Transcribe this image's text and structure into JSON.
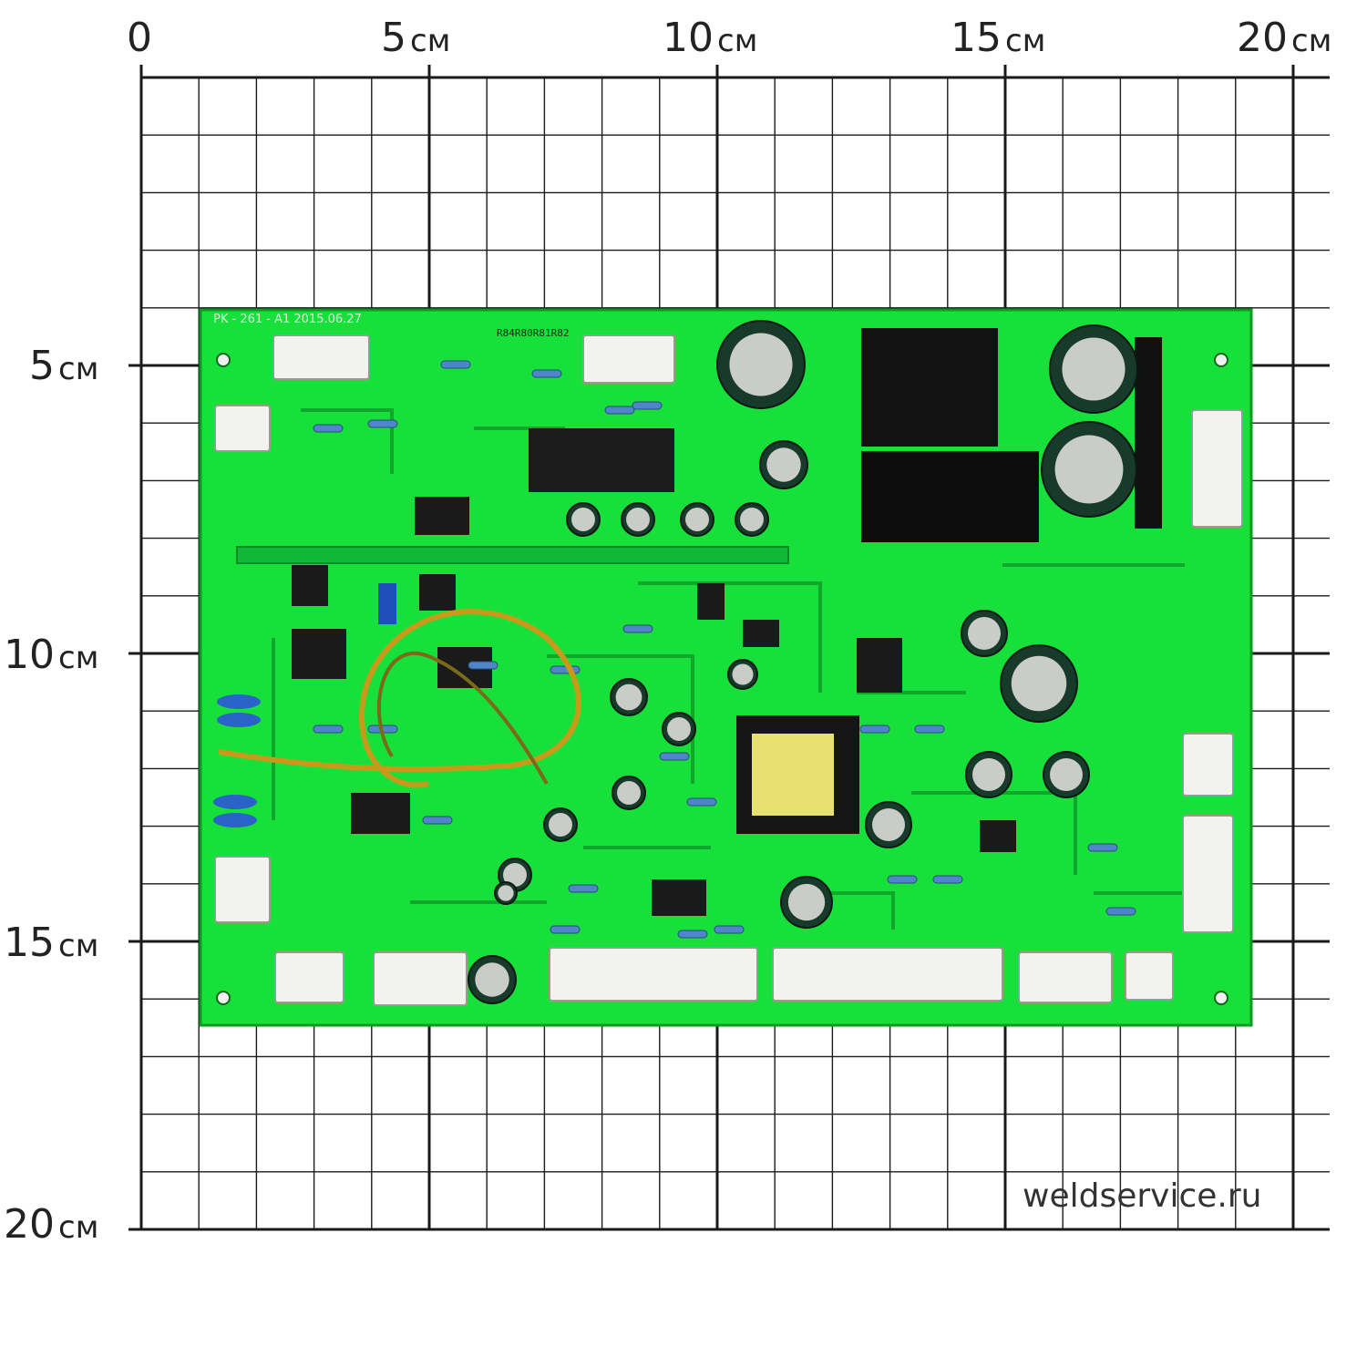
{
  "ruler": {
    "top": [
      {
        "num": "0",
        "unit": ""
      },
      {
        "num": "5",
        "unit": "см"
      },
      {
        "num": "10",
        "unit": "см"
      },
      {
        "num": "15",
        "unit": "см"
      },
      {
        "num": "20",
        "unit": "см"
      }
    ],
    "left": [
      {
        "num": "5",
        "unit": "см"
      },
      {
        "num": "10",
        "unit": "см"
      },
      {
        "num": "15",
        "unit": "см"
      },
      {
        "num": "20",
        "unit": "см"
      }
    ]
  },
  "board": {
    "label": "PK - 261 - A1  2015.06.27",
    "resistor_label": "R84R80R81R82"
  },
  "watermark": "weldservice.ru",
  "colors": {
    "grid": "#1a1a1a",
    "board": "#18e03a",
    "board_dark": "#0c9a22"
  }
}
